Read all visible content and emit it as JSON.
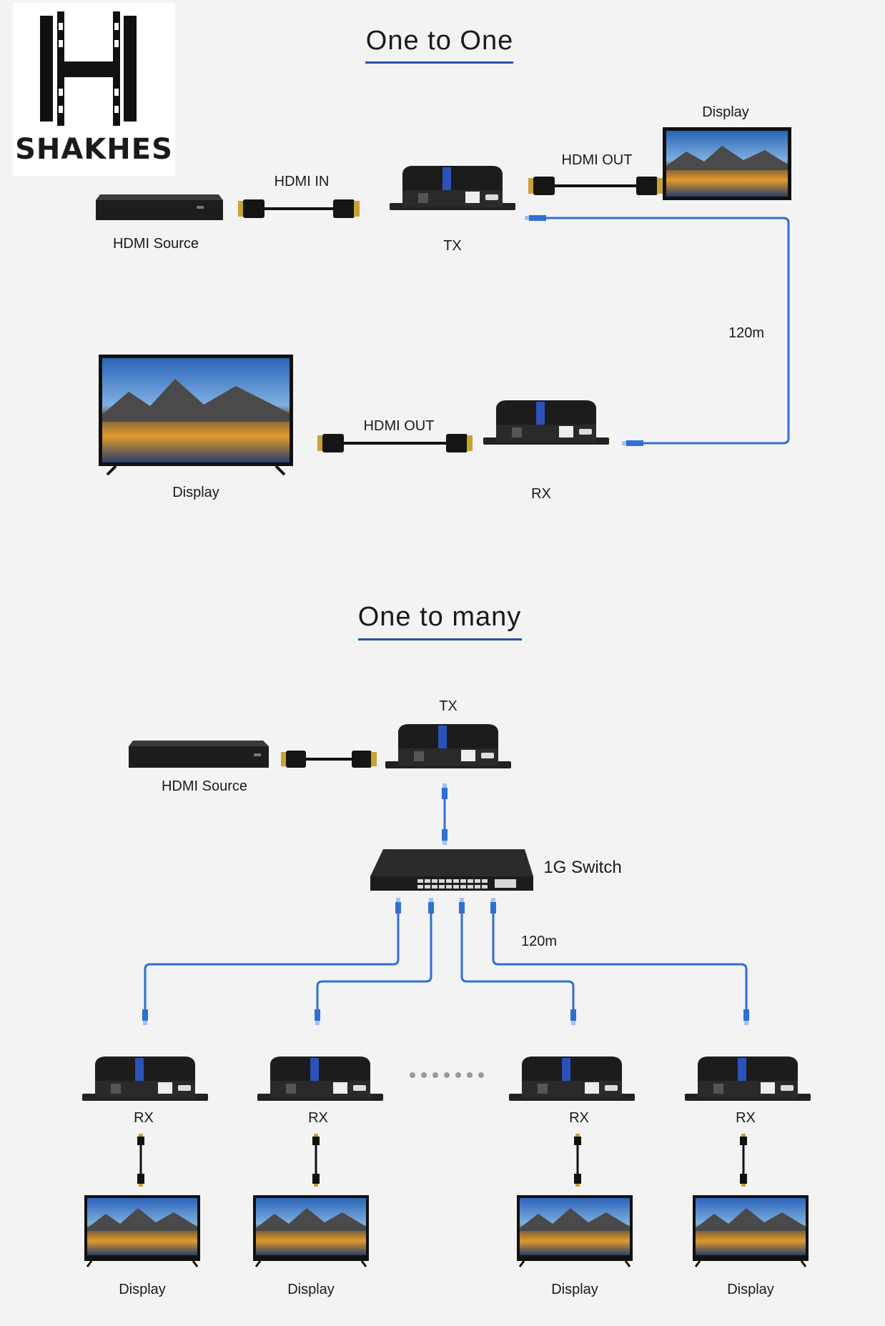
{
  "logo": {
    "text": "SHAKHES"
  },
  "section1": {
    "title": "One to One",
    "labels": {
      "hdmi_in": "HDMI IN",
      "hdmi_out_tx": "HDMI OUT",
      "display_top": "Display",
      "hdmi_source": "HDMI Source",
      "tx": "TX",
      "distance": "120m",
      "display_bottom": "Display",
      "hdmi_out_rx": "HDMI OUT",
      "rx": "RX"
    }
  },
  "section2": {
    "title": "One to many",
    "labels": {
      "tx": "TX",
      "hdmi_source": "HDMI Source",
      "switch": "1G Switch",
      "distance": "120m"
    },
    "receivers": [
      {
        "rx": "RX",
        "display": "Display"
      },
      {
        "rx": "RX",
        "display": "Display"
      },
      {
        "rx": "RX",
        "display": "Display"
      },
      {
        "rx": "RX",
        "display": "Display"
      }
    ]
  },
  "colors": {
    "cable_blue": "#2f6fd6",
    "title_underline": "#2a4fa8",
    "device_black": "#1c1c1c",
    "hdmi_connector_gold": "#c9a234"
  }
}
